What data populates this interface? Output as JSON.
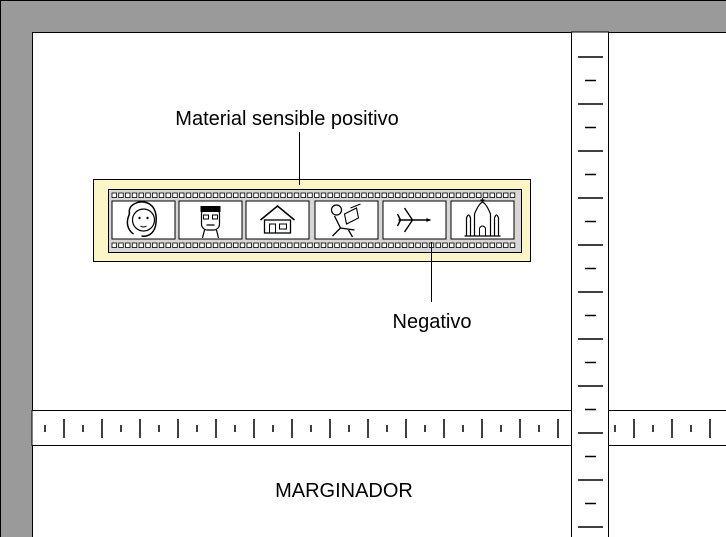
{
  "labels": {
    "positive_material": "Material sensible positivo",
    "negative": "Negativo",
    "easel": "MARGINADOR"
  },
  "colors": {
    "frame_gray": "#9a9a9a",
    "paper_yellow": "#fbf6c6",
    "film_gray": "#d6d6d6",
    "outline": "#000000",
    "background": "#ffffff"
  },
  "film_frames": [
    {
      "icon": "woman-portrait-icon"
    },
    {
      "icon": "man-portrait-icon"
    },
    {
      "icon": "house-icon"
    },
    {
      "icon": "person-reading-icon"
    },
    {
      "icon": "airplane-icon"
    },
    {
      "icon": "cathedral-icon"
    }
  ]
}
